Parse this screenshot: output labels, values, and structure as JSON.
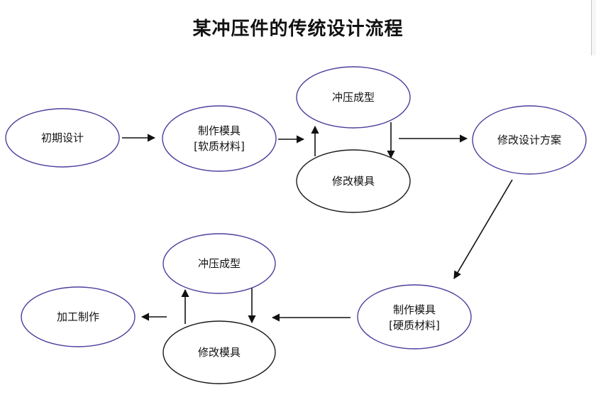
{
  "title": "某冲压件的传统设计流程",
  "nodes": {
    "initial_design": "初期设计",
    "soft_mold_line1": "制作模具",
    "soft_mold_line2": "[软质材料]",
    "stamp_top": "冲压成型",
    "modify_top": "修改模具",
    "revise_plan": "修改设计方案",
    "hard_mold_line1": "制作模具",
    "hard_mold_line2": "[硬质材料]",
    "stamp_bottom": "冲压成型",
    "modify_bottom": "修改模具",
    "production": "加工制作"
  },
  "colors": {
    "accent_border": "#4b3f9c",
    "black_border": "#1a1a1a"
  }
}
